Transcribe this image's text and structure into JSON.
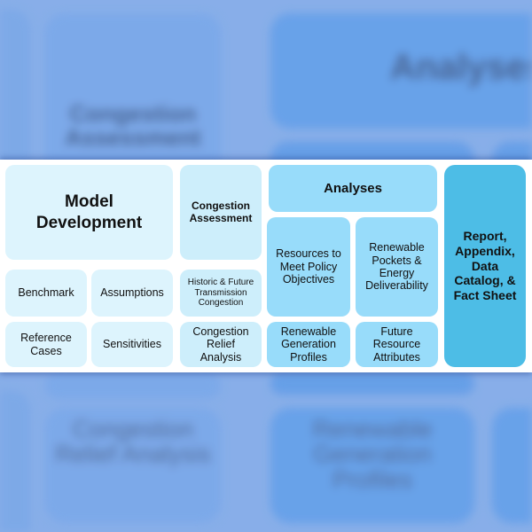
{
  "diagram": {
    "model_development": {
      "title": "Model Development",
      "title_line1": "Model",
      "title_line2": "Development",
      "items": [
        "Benchmark",
        "Assumptions",
        "Reference Cases",
        "Sensitivities"
      ]
    },
    "congestion": {
      "title": "Congestion Assessment",
      "items": [
        "Historic & Future Transmission Congestion",
        "Congestion Relief Analysis"
      ]
    },
    "analyses": {
      "title": "Analyses",
      "items": [
        "Resources to Meet Policy Objectives",
        "Renewable Pockets & Energy Deliverability",
        "Renewable Generation Profiles",
        "Future Resource Attributes"
      ]
    },
    "report": {
      "title": "Report, Appendix, Data Catalog, & Fact Sheet"
    }
  },
  "colors": {
    "model_development": "#ddf4fd",
    "congestion": "#cdeefb",
    "analyses": "#98dcfa",
    "report": "#4dbde6",
    "background": "#8fb4ec"
  }
}
